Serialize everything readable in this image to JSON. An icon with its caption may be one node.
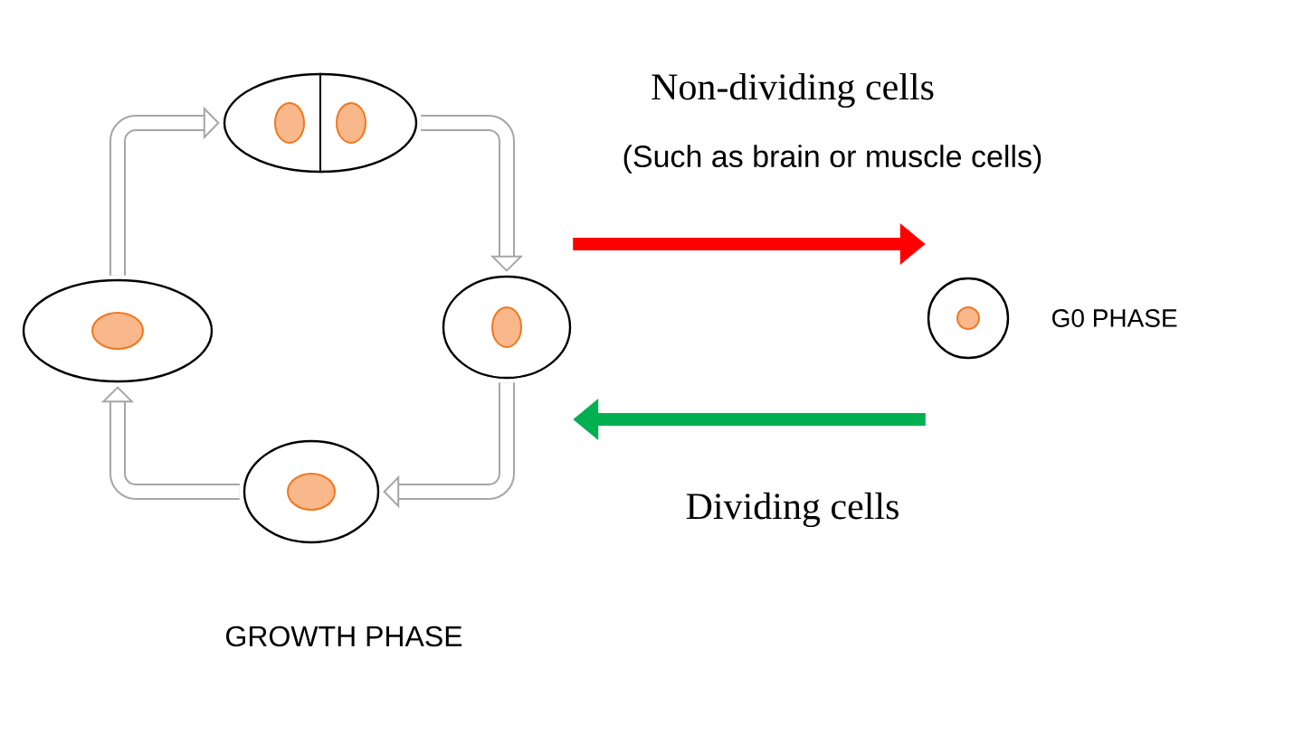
{
  "diagram": {
    "nodes": [
      {
        "text": [],
        "shape": "ellipse"
      },
      {
        "text": [],
        "shape": "ellipse"
      },
      {
        "text": [],
        "shape": "ellipse"
      },
      {
        "text": [],
        "shape": "ellipse"
      },
      {
        "text": [],
        "shape": "circle",
        "beside": [
          "G0 PHASE"
        ]
      }
    ],
    "edges": [
      {
        "from": 1,
        "to": 0,
        "arrow": "to"
      },
      {
        "from": 0,
        "to": 2,
        "arrow": "to"
      },
      {
        "from": 2,
        "to": 3,
        "arrow": "to"
      },
      {
        "from": 3,
        "to": 1,
        "arrow": "to"
      },
      {
        "from": 2,
        "to": 4,
        "arrow": "to",
        "label": "Non-dividing cells",
        "color": "#ff0000"
      },
      {
        "from": 4,
        "to": 2,
        "arrow": "to",
        "label": "Dividing cells",
        "color": "#00b050"
      }
    ],
    "labels": [
      "(Such as brain or muscle cells)",
      "GROWTH PHASE"
    ]
  }
}
